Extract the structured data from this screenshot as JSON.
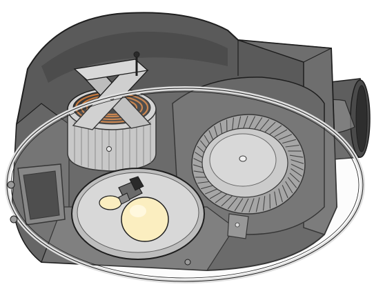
{
  "illustration": {
    "parts": [
      "housing",
      "exhaust-duct",
      "motor",
      "heater-coil",
      "blower-wheel",
      "light-bulb",
      "night-light-bulb",
      "grille-ring",
      "terminal-box"
    ]
  },
  "colors": {
    "background": "#ffffff",
    "housing_dark": "#555555",
    "housing_mid": "#6a6a6a",
    "housing_light": "#8a8a8a",
    "metal": "#b8b8b8",
    "metal_light": "#d6d6d6",
    "coil": "#c87a3e",
    "bulb": "#fbeec0",
    "grille": "#e6e6e6",
    "outline": "#1e1e1e"
  }
}
